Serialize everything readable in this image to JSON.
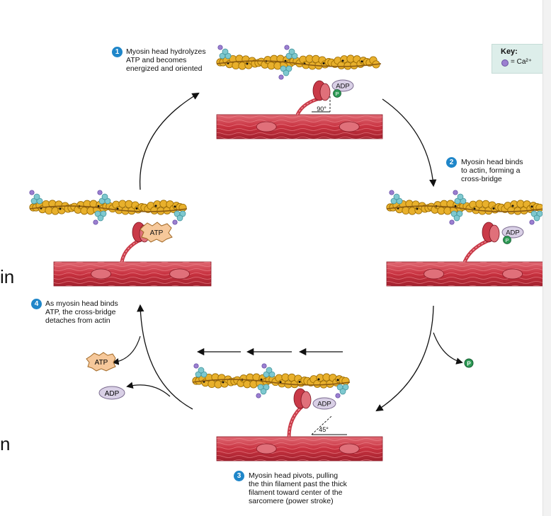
{
  "steps": [
    {
      "num": "1",
      "text": "Myosin head hydrolyzes\nATP and becomes\nenergized and oriented"
    },
    {
      "num": "2",
      "text": "Myosin head binds\nto actin, forming a\ncross-bridge"
    },
    {
      "num": "3",
      "text": "Myosin head pivots, pulling\nthe thin filament past the thick\nfilament toward center of the\nsarcomere (power stroke)"
    },
    {
      "num": "4",
      "text": "As myosin head binds\nATP, the cross-bridge\ndetaches from actin"
    }
  ],
  "key": {
    "title": "Key:",
    "text": "= Ca²⁺"
  },
  "labels": {
    "adp": "ADP",
    "atp": "ATP",
    "p": "P",
    "angle1": "90°",
    "angle2": "45°"
  },
  "side_text": {
    "line1": "in",
    "line2": "n"
  },
  "colors": {
    "actin": "#e8b02c",
    "actin_stroke": "#9a6a00",
    "myosin": "#c93a48",
    "myosin_light": "#e0707a",
    "troponin": "#7ec8cf",
    "calcium": "#9b7fd0",
    "adp": "#d9d0e6",
    "atp": "#f6c89a",
    "phosphate": "#2e9a55",
    "step_circle": "#1f86c9",
    "key_bg": "#ddeeea"
  }
}
